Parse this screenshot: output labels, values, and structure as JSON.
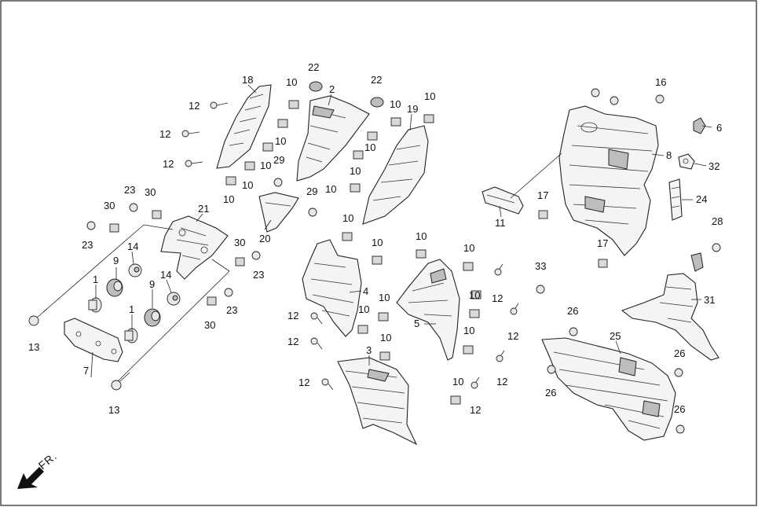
{
  "diagram": {
    "front_indicator": "FR.",
    "callouts": [
      "1",
      "2",
      "3",
      "4",
      "5",
      "6",
      "7",
      "8",
      "9",
      "10",
      "11",
      "12",
      "13",
      "14",
      "16",
      "17",
      "18",
      "19",
      "20",
      "21",
      "22",
      "23",
      "24",
      "25",
      "26",
      "28",
      "29",
      "30",
      "31",
      "32",
      "33"
    ]
  }
}
